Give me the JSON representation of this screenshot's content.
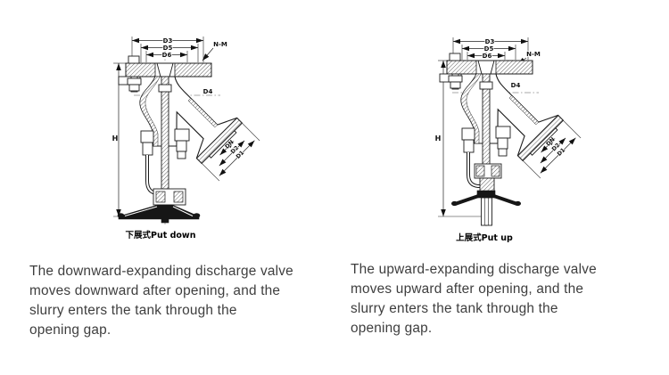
{
  "colors": {
    "background": "#ffffff",
    "drawing": "#1c1c1c",
    "paragraph_text": "#3e3e3e"
  },
  "figures": {
    "left": {
      "caption": "下展式Put down",
      "dimension_labels": {
        "d3": "D3",
        "d5": "D5",
        "d6": "D6",
        "n_m": "N-M",
        "d4": "D4",
        "h": "H",
        "dn": "DN",
        "d2": "D2",
        "d1": "D1"
      },
      "description_lines": {
        "line1": "The downward-expanding discharge valve",
        "line2": "moves downward after opening, and the",
        "line3": "slurry enters the tank through the",
        "line4": "opening gap."
      }
    },
    "right": {
      "caption": "上展式Put up",
      "dimension_labels": {
        "d3": "D3",
        "d5": "D5",
        "d6": "D6",
        "n_m": "N-M",
        "d4": "D4",
        "h": "H",
        "dn": "DN",
        "d2": "D2",
        "d1": "D1"
      },
      "description_lines": {
        "line1": "The upward-expanding discharge valve",
        "line2": "moves upward after opening, and the",
        "line3": "slurry enters the tank through the",
        "line4": "opening gap."
      }
    }
  }
}
